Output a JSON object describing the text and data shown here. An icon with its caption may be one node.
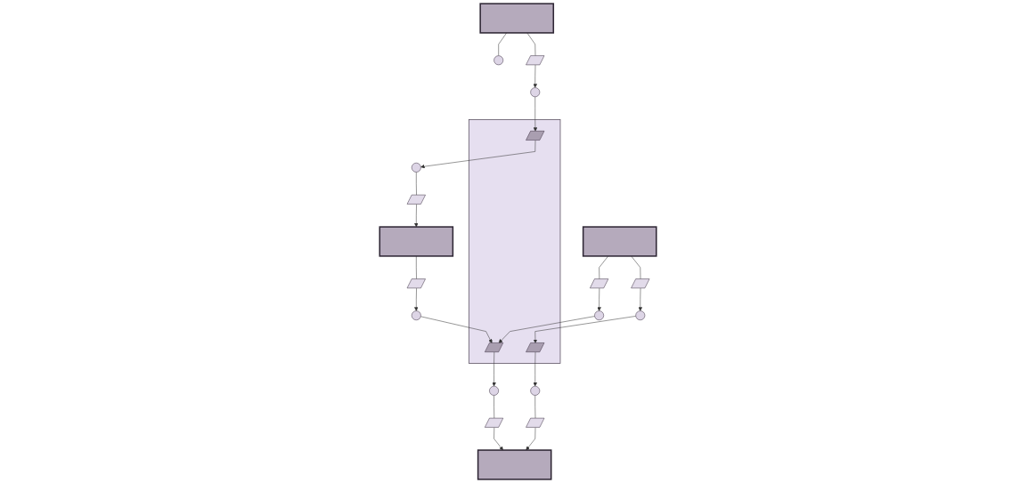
{
  "diagram": {
    "nodes": [
      {
        "text": [],
        "shape": "box"
      },
      {
        "text": [],
        "shape": "parallelogram",
        "in": 0
      },
      {
        "text": [],
        "shape": "parallelogram",
        "in": 0
      },
      {
        "text": [],
        "shape": "parallelogram",
        "in": 0
      },
      {
        "text": [],
        "shape": "circle"
      },
      {
        "text": [],
        "shape": "circle"
      },
      {
        "text": [],
        "shape": "circle"
      },
      {
        "text": [],
        "shape": "circle"
      },
      {
        "text": [],
        "shape": "circle"
      },
      {
        "text": [],
        "shape": "circle"
      },
      {
        "text": [],
        "shape": "circle"
      },
      {
        "text": [],
        "shape": "circle"
      },
      {
        "text": [],
        "shape": "parallelogram"
      },
      {
        "text": [],
        "shape": "parallelogram"
      },
      {
        "text": [],
        "shape": "parallelogram"
      },
      {
        "text": [],
        "shape": "parallelogram"
      },
      {
        "text": [],
        "shape": "parallelogram"
      },
      {
        "text": [],
        "shape": "parallelogram"
      },
      {
        "text": [],
        "shape": "parallelogram"
      },
      {
        "text": [],
        "shape": "cube"
      },
      {
        "text": [],
        "shape": "cube"
      },
      {
        "text": [],
        "shape": "cube"
      },
      {
        "text": [],
        "shape": "cube"
      }
    ],
    "edges": [
      {
        "from": 4,
        "to": 1,
        "arrow": "to"
      },
      {
        "from": 1,
        "to": 9,
        "arrow": "to"
      },
      {
        "from": 2,
        "to": 6,
        "arrow": "to"
      },
      {
        "from": 8,
        "to": 2,
        "arrow": "to"
      },
      {
        "from": 11,
        "to": 2,
        "arrow": "to"
      },
      {
        "from": 3,
        "to": 7,
        "arrow": "to"
      },
      {
        "from": 10,
        "to": 3,
        "arrow": "to"
      },
      {
        "from": 19,
        "to": 12,
        "arrow": "none"
      },
      {
        "from": 12,
        "to": 4,
        "arrow": "to"
      },
      {
        "from": 19,
        "to": 5,
        "arrow": "none"
      },
      {
        "from": 6,
        "to": 13,
        "arrow": "none"
      },
      {
        "from": 13,
        "to": 20,
        "arrow": "to"
      },
      {
        "from": 7,
        "to": 14,
        "arrow": "none"
      },
      {
        "from": 14,
        "to": 20,
        "arrow": "to"
      },
      {
        "from": 21,
        "to": 15,
        "arrow": "none"
      },
      {
        "from": 15,
        "to": 8,
        "arrow": "to"
      },
      {
        "from": 9,
        "to": 16,
        "arrow": "none"
      },
      {
        "from": 16,
        "to": 21,
        "arrow": "to"
      },
      {
        "from": 22,
        "to": 17,
        "arrow": "none"
      },
      {
        "from": 17,
        "to": 10,
        "arrow": "to"
      },
      {
        "from": 22,
        "to": 18,
        "arrow": "none"
      },
      {
        "from": 18,
        "to": 11,
        "arrow": "to"
      }
    ]
  }
}
